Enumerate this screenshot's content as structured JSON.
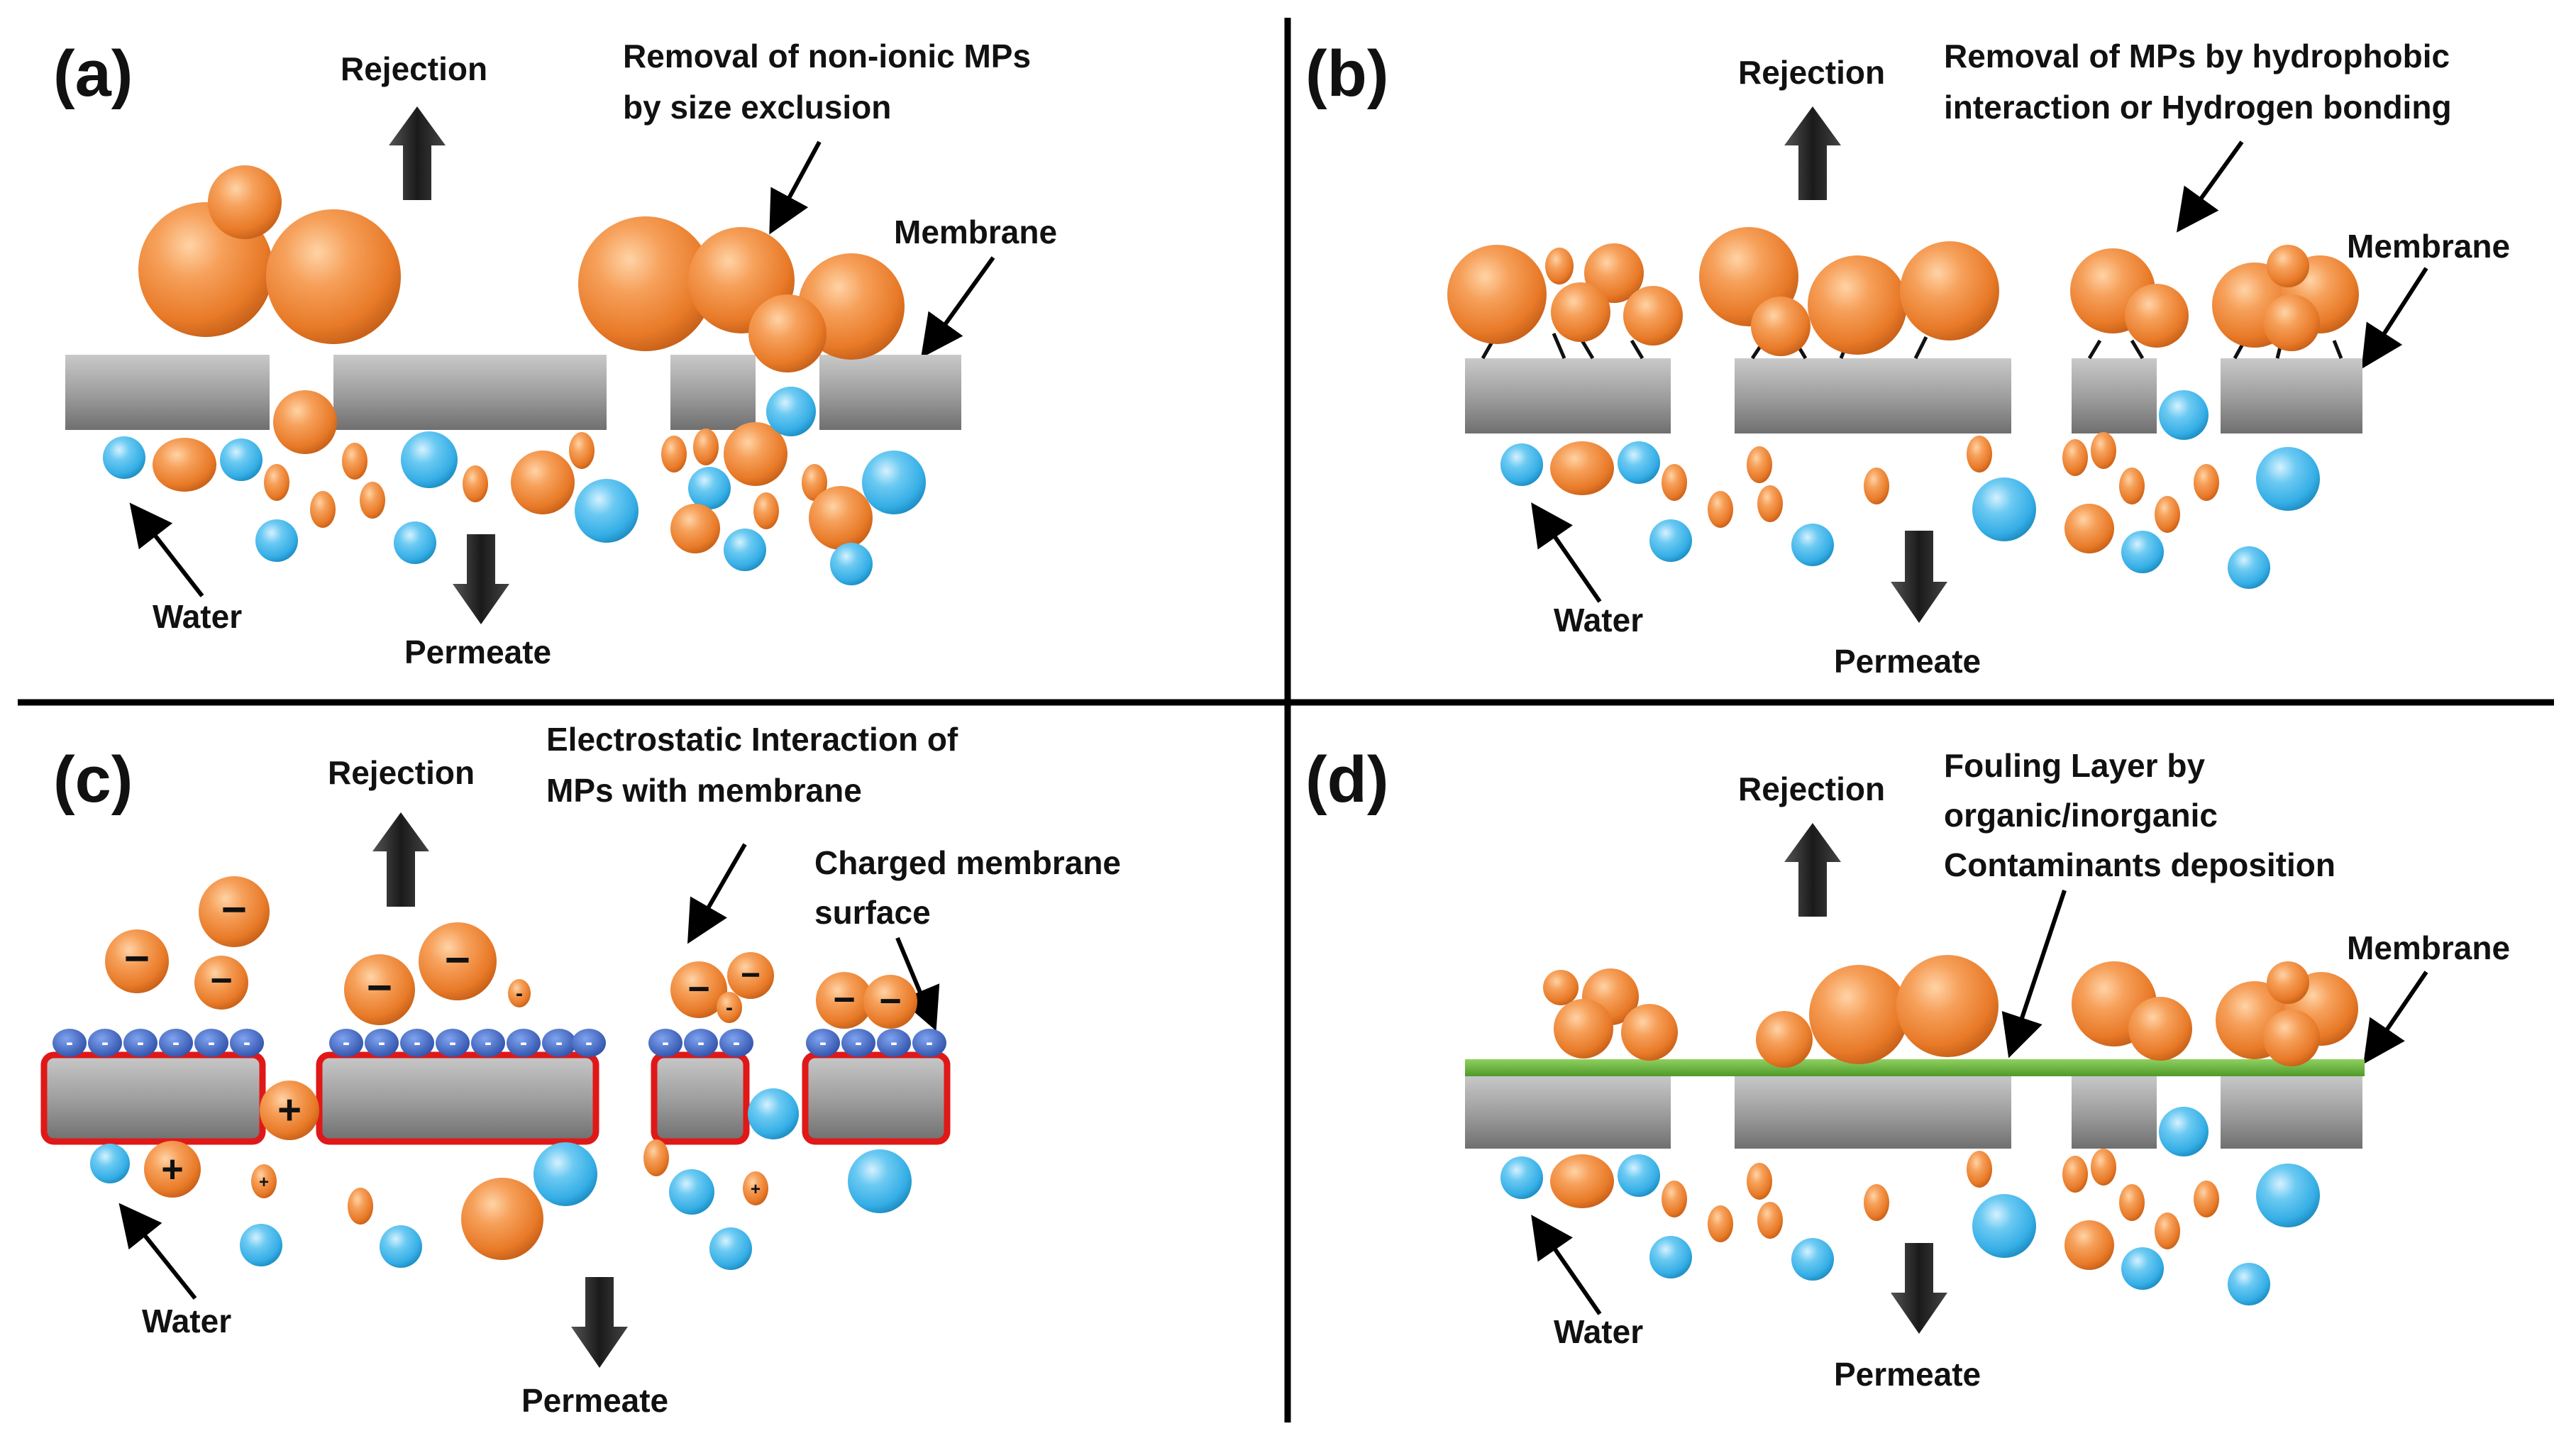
{
  "colors": {
    "mp_orange": "#f08a3a",
    "water_blue": "#3fb2e6",
    "membrane_gray": "#9a9a9a",
    "charged_border": "#e01818",
    "surface_charge_blue": "#3a64c8",
    "fouling_green": "#6ab43e",
    "divider": "#000000"
  },
  "panels": {
    "a": {
      "letter": "(a)",
      "rejection": "Rejection",
      "permeate": "Permeate",
      "water": "Water",
      "membrane": "Membrane",
      "caption_1": "Removal of non-ionic MPs",
      "caption_2": "by size exclusion"
    },
    "b": {
      "letter": "(b)",
      "rejection": "Rejection",
      "permeate": "Permeate",
      "water": "Water",
      "membrane": "Membrane",
      "caption_1": "Removal of MPs by hydrophobic",
      "caption_2": "interaction or Hydrogen bonding"
    },
    "c": {
      "letter": "(c)",
      "rejection": "Rejection",
      "permeate": "Permeate",
      "water": "Water",
      "caption_1": "Electrostatic Interaction of",
      "caption_2": "MPs with membrane",
      "charged_1": "Charged membrane",
      "charged_2": "surface",
      "neg_symbol": "−",
      "pos_symbol": "+",
      "small_neg_symbol": "-"
    },
    "d": {
      "letter": "(d)",
      "rejection": "Rejection",
      "permeate": "Permeate",
      "water": "Water",
      "membrane": "Membrane",
      "caption_1": "Fouling Layer by",
      "caption_2": "organic/inorganic",
      "caption_3": "Contaminants deposition"
    }
  }
}
